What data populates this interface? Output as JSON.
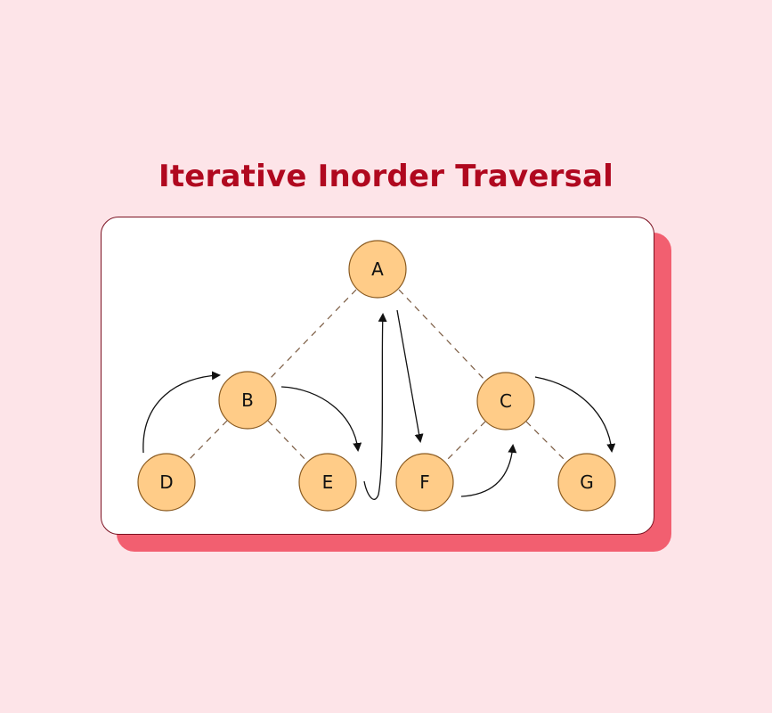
{
  "title": "Iterative Inorder Traversal",
  "nodes": {
    "A": "A",
    "B": "B",
    "C": "C",
    "D": "D",
    "E": "E",
    "F": "F",
    "G": "G"
  },
  "colors": {
    "background": "#fde4e8",
    "title": "#b0081f",
    "shadow": "#f25f70",
    "node_fill": "#ffcc88"
  }
}
